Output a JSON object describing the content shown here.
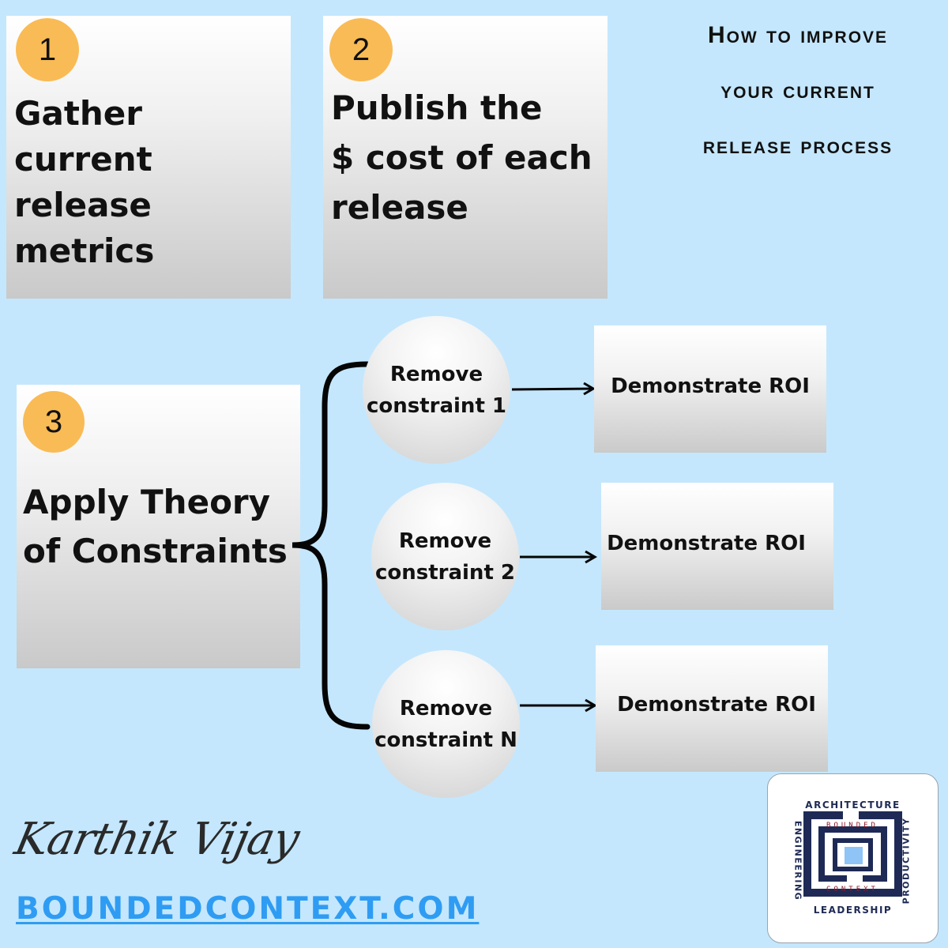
{
  "title": {
    "line1": "How to improve",
    "line2": "your current",
    "line3": "release process"
  },
  "steps": [
    {
      "number": "1",
      "line1": "Gather current",
      "line2": "release metrics"
    },
    {
      "number": "2",
      "line1": "Publish the",
      "line2": "$ cost of each",
      "line3": "release"
    },
    {
      "number": "3",
      "line1": "Apply Theory",
      "line2": "of Constraints"
    }
  ],
  "constraints": [
    {
      "line1": "Remove",
      "line2": "constraint 1",
      "outcome": "Demonstrate ROI"
    },
    {
      "line1": "Remove",
      "line2": "constraint 2",
      "outcome": "Demonstrate ROI"
    },
    {
      "line1": "Remove",
      "line2": "constraint N",
      "outcome": "Demonstrate ROI"
    }
  ],
  "signature": "Karthik Vijay",
  "website": "BOUNDEDCONTEXT.COM",
  "logo": {
    "top": "ARCHITECTURE",
    "bottom": "LEADERSHIP",
    "left": "ENGINEERING",
    "right": "PRODUCTIVITY",
    "inner_top": "BOUNDED",
    "inner_bottom": "CONTEXT",
    "colors": {
      "navy": "#1e2a55",
      "maroon": "#8b1a2b",
      "light_blue": "#8fc4f7"
    }
  },
  "colors": {
    "background": "#c4e7fd",
    "badge": "#f9bb55",
    "website": "#2f9cf3"
  }
}
